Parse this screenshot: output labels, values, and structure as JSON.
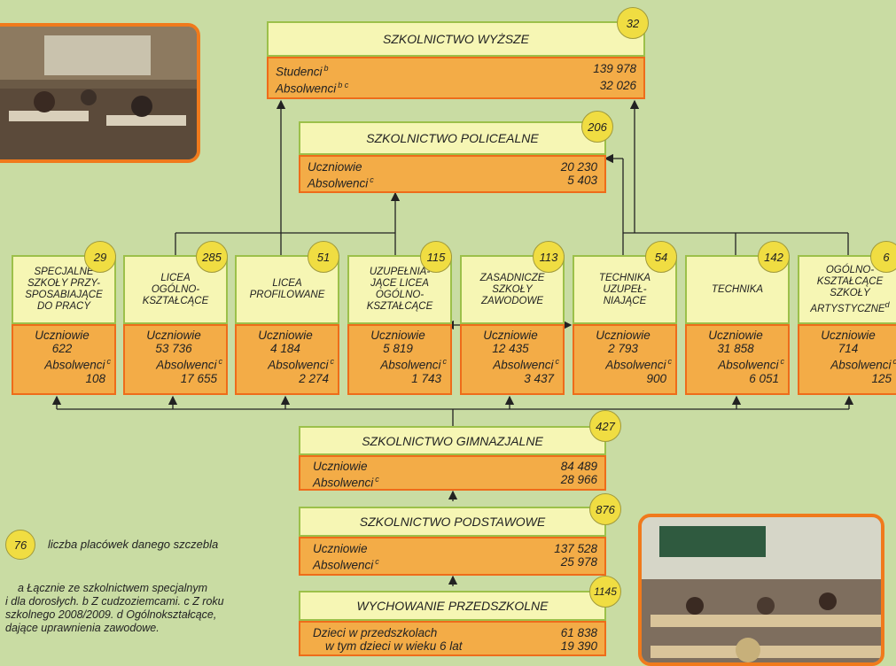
{
  "colors": {
    "title_fill": "#f6f6b4",
    "title_border": "#9cc04a",
    "data_fill": "#f3ac47",
    "data_border": "#ee6c1a",
    "badge": "#f0dd42",
    "background": "#c9dca3"
  },
  "higher": {
    "title": "SZKOLNICTWO WYŻSZE",
    "badge": "32",
    "r1_label": "Studenci",
    "r1_sup": "b",
    "r1_value": "139 978",
    "r2_label": "Absolwenci",
    "r2_sup": "b c",
    "r2_value": "32 026"
  },
  "post": {
    "title": "SZKOLNICTWO POLICEALNE",
    "badge": "206",
    "r1_label": "Uczniowie",
    "r1_value": "20 230",
    "r2_label": "Absolwenci",
    "r2_sup": "c",
    "r2_value": "5 403"
  },
  "secondary": [
    {
      "t1": "SPECJALNE",
      "t2": "SZKOŁY PRZY-",
      "t3": "SPOSABIAJĄCE",
      "t4": "DO PRACY",
      "badge": "29",
      "uczniowie": "622",
      "absolwenci": "108"
    },
    {
      "t1": "LICEA",
      "t2": "OGÓLNO-",
      "t3": "KSZTAŁCĄCE",
      "t4": "",
      "badge": "285",
      "uczniowie": "53 736",
      "absolwenci": "17 655"
    },
    {
      "t1": "LICEA",
      "t2": "PROFILOWANE",
      "t3": "",
      "t4": "",
      "badge": "51",
      "uczniowie": "4 184",
      "absolwenci": "2 274"
    },
    {
      "t1": "UZUPEŁNIA-",
      "t2": "JĄCE LICEA",
      "t3": "OGÓLNO-",
      "t4": "KSZTAŁCĄCE",
      "badge": "115",
      "uczniowie": "5 819",
      "absolwenci": "1 743"
    },
    {
      "t1": "ZASADNICZE",
      "t2": "SZKOŁY",
      "t3": "ZAWODOWE",
      "t4": "",
      "badge": "113",
      "uczniowie": "12 435",
      "absolwenci": "3 437"
    },
    {
      "t1": "TECHNIKA",
      "t2": "UZUPEŁ-",
      "t3": "NIAJĄCE",
      "t4": "",
      "badge": "54",
      "uczniowie": "2 793",
      "absolwenci": "900"
    },
    {
      "t1": "TECHNIKA",
      "t2": "",
      "t3": "",
      "t4": "",
      "badge": "142",
      "uczniowie": "31 858",
      "absolwenci": "6 051"
    },
    {
      "t1": "OGÓLNO-",
      "t2": "KSZTAŁCĄCE",
      "t3": "SZKOŁY",
      "t4": "ARTYSTYCZNE",
      "t4sup": "d",
      "badge": "6",
      "uczniowie": "714",
      "absolwenci": "125"
    }
  ],
  "labels": {
    "uczniowie": "Uczniowie",
    "absolwenci": "Absolwenci",
    "sup_c": "c"
  },
  "gim": {
    "title": "SZKOLNICTWO GIMNAZJALNE",
    "badge": "427",
    "r1_label": "Uczniowie",
    "r1_value": "84 489",
    "r2_label": "Absolwenci",
    "r2_sup": "c",
    "r2_value": "28 966"
  },
  "prim": {
    "title": "SZKOLNICTWO PODSTAWOWE",
    "badge": "876",
    "r1_label": "Uczniowie",
    "r1_value": "137 528",
    "r2_label": "Absolwenci",
    "r2_sup": "c",
    "r2_value": "25 978"
  },
  "pre": {
    "title": "WYCHOWANIE PRZEDSZKOLNE",
    "badge": "1145",
    "r1_label": "Dzieci w przedszkolach",
    "r1_value": "61 838",
    "r2_label": "w tym dzieci w wieku 6 lat",
    "r2_value": "19 390"
  },
  "legend": {
    "badge": "76",
    "text": "liczba placówek danego szczebla"
  },
  "notes": {
    "l1": "a  Łącznie ze szkolnictwem specjalnym",
    "l2": "i dla dorosłych. b Z cudzoziemcami. c Z roku",
    "l3": "szkolnego 2008/2009. d Ogólnokształcące,",
    "l4": "dające uprawnienia zawodowe."
  }
}
